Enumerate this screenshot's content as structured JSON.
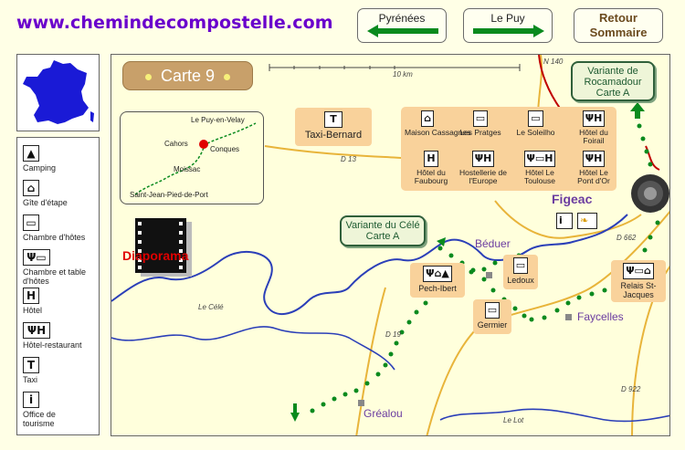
{
  "header": {
    "site_url": "www.chemindecompostelle.com"
  },
  "nav": {
    "prev_label": "Pyrénées",
    "next_label": "Le Puy",
    "back_line1": "Retour",
    "back_line2": "Sommaire"
  },
  "legend": {
    "items": [
      {
        "icon": "camping-icon",
        "label": "Camping"
      },
      {
        "icon": "gite-icon",
        "label": "Gîte d'étape"
      },
      {
        "icon": "bed-icon",
        "label": "Chambre d'hôtes"
      },
      {
        "icon": "table-bed-icon",
        "label": "Chambre et table d'hôtes"
      },
      {
        "icon": "hotel-icon",
        "label": "Hôtel"
      },
      {
        "icon": "hotel-restaurant-icon",
        "label": "Hôtel-restaurant"
      },
      {
        "icon": "taxi-icon",
        "label": "Taxi"
      },
      {
        "icon": "info-icon",
        "label": "Office de tourisme"
      }
    ]
  },
  "map": {
    "title": "Carte 9",
    "scale_label": "10 km",
    "inset": {
      "le_puy": "Le Puy-en-Velay",
      "cahors": "Cahors",
      "conques": "Conques",
      "moissac": "Moissac",
      "sjpp": "Saint-Jean-Pied-de-Port"
    },
    "taxi_label": "Taxi-Bernard",
    "lodgings": {
      "maison_cassagnes": "Maison Cassagnes",
      "les_pratges": "Les Pratges",
      "le_soleilho": "Le Soleilho",
      "hotel_foirail": "Hôtel du Foirail",
      "hotel_faubourg": "Hôtel du Faubourg",
      "hostellerie_europe": "Hostellerie de l'Europe",
      "hotel_toulouse": "Hôtel Le Toulouse",
      "hotel_pont_or": "Hôtel Le Pont d'Or",
      "pech_ibert": "Pech-Ibert",
      "ledoux": "Ledoux",
      "germier": "Germier",
      "relais_st_jacques": "Relais St-Jacques"
    },
    "variants": {
      "rocamadour": "Variante de Rocamadour Carte A",
      "cele": "Variante du Célé Carte A"
    },
    "places": {
      "figeac": "Figeac",
      "beduer": "Béduer",
      "faycelles": "Faycelles",
      "grealou": "Gréalou"
    },
    "roads": {
      "d13": "D 13",
      "d140": "N 140",
      "d662": "D 662",
      "d19": "D 19",
      "d922": "D 922",
      "le_cele": "Le Célé",
      "le_lot": "Le Lot"
    },
    "diaporama_label": "Diaporama"
  },
  "colors": {
    "route": "#0a8a1e",
    "river": "#2b3fb8",
    "road": "#e8b43a",
    "accent": "#6a00cc"
  }
}
